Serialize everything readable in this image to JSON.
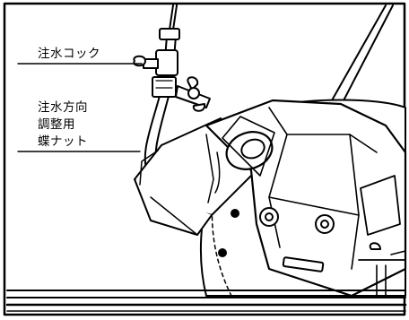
{
  "labels": {
    "water_cock": "注水コック",
    "wing_nut_line1": "注水方向",
    "wing_nut_line2": "調整用",
    "wing_nut_line3": "蝶ナット"
  },
  "colors": {
    "ink": "#000000",
    "paper": "#ffffff"
  }
}
